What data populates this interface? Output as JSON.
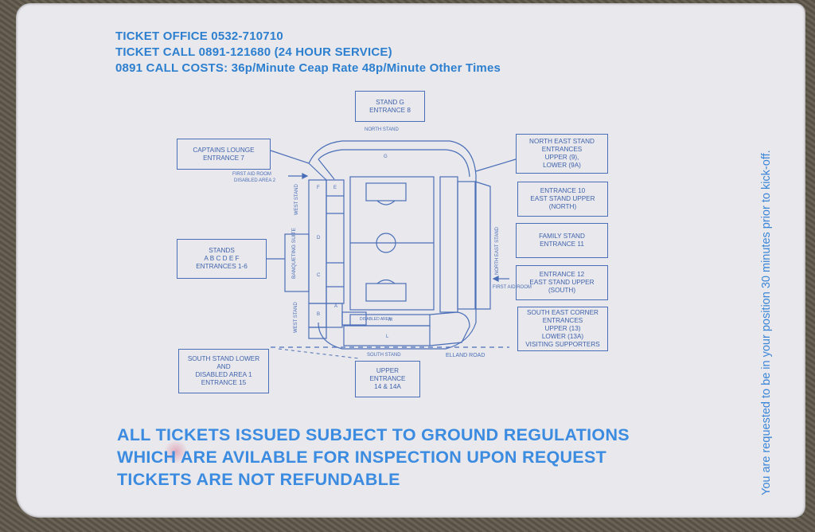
{
  "header": {
    "line1": "TICKET OFFICE 0532-710710",
    "line2": "TICKET CALL 0891-121680 (24 HOUR SERVICE)",
    "line3": "0891 CALL COSTS: 36p/Minute Ceap Rate  48p/Minute Other Times"
  },
  "boxes": {
    "stand_g": [
      "STAND G",
      "ENTRANCE 8"
    ],
    "captains": [
      "CAPTAINS LOUNGE",
      "ENTRANCE 7"
    ],
    "stands_af": [
      "STANDS",
      "A B C D E F",
      "ENTRANCES 1-6"
    ],
    "south_lower": [
      "SOUTH STAND LOWER",
      "AND",
      "DISABLED AREA 1",
      "ENTRANCE 15"
    ],
    "upper_entrance": [
      "UPPER",
      "ENTRANCE",
      "14 & 14A"
    ],
    "north_east": [
      "NORTH EAST STAND",
      "ENTRANCES",
      "UPPER (9),",
      "LOWER (9A)"
    ],
    "entrance10": [
      "ENTRANCE 10",
      "EAST STAND UPPER",
      "(NORTH)"
    ],
    "family": [
      "FAMILY STAND",
      "ENTRANCE 11"
    ],
    "entrance12": [
      "ENTRANCE 12",
      "EAST STAND UPPER",
      "(SOUTH)"
    ],
    "south_east": [
      "SOUTH EAST CORNER",
      "ENTRANCES",
      "UPPER (13)",
      "LOWER (13A)",
      "VISITING SUPPORTERS"
    ],
    "banqueting": "BANQUETING SUITE"
  },
  "labels": {
    "north_stand": "NORTH STAND",
    "south_stand": "SOUTH STAND",
    "elland_road": "ELLAND ROAD",
    "west_stand": "WEST STAND",
    "north_east_stand": "NORTH EAST STAND",
    "first_aid_room": "FIRST AID ROOM",
    "disabled_area_2": "DISABLED AREA 2",
    "first_aid_room_right": "FIRST AID ROOM",
    "disabled_area": "DISABLED AREA",
    "sections": {
      "g": "G",
      "e": "E",
      "d": "D",
      "c": "C",
      "b": "B",
      "a": "A",
      "f": "F",
      "m": "M",
      "l": "L"
    }
  },
  "notice": {
    "line1": "ALL TICKETS ISSUED SUBJECT TO GROUND REGULATIONS",
    "line2": "WHICH ARE AVILABLE FOR INSPECTION UPON REQUEST",
    "line3": "TICKETS ARE NOT REFUNDABLE"
  },
  "side_note": "You are requested to be in your position 30 minutes prior to kick-off.",
  "colors": {
    "print_blue": "#2d7fcf",
    "plan_blue": "#4a6fb8",
    "paper": "#e9e8ec"
  }
}
